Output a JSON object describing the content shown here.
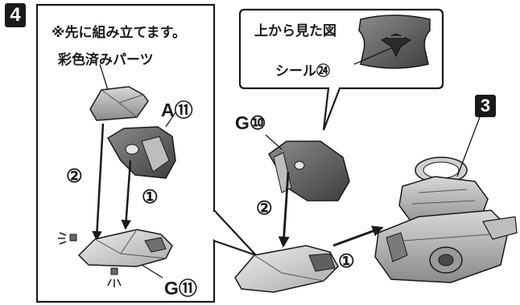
{
  "step": {
    "number": "4"
  },
  "ref_step": {
    "number": "3"
  },
  "note": {
    "text": "※先に組み立てます。"
  },
  "painted_parts": {
    "text": "彩色済みパーツ"
  },
  "top_view": {
    "text": "上から見た図"
  },
  "sticker": {
    "text": "シール㉔"
  },
  "parts": {
    "a11": "A⑪",
    "g10": "G⑩",
    "g11": "G⑪"
  },
  "order_marks": {
    "left_first": "①",
    "left_second": "②",
    "right_first": "①",
    "right_second": "②"
  }
}
